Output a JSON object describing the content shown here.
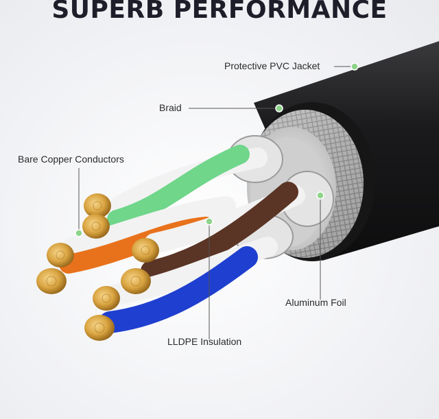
{
  "headline": "SUPERB PERFORMANCE",
  "labels": {
    "jacket": "Protective PVC Jacket",
    "braid": "Braid",
    "conductors": "Bare Copper Conductors",
    "foil": "Aluminum Foil",
    "insulation": "LLDPE Insulation"
  },
  "colors": {
    "callout_dot": "#8fd48b",
    "jacket": "#1c1c1e",
    "green_wire": "#6fd68a",
    "orange_wire": "#e8721c",
    "brown_wire": "#5a3425",
    "blue_wire": "#1f3fd0",
    "copper": "#d9a441"
  }
}
